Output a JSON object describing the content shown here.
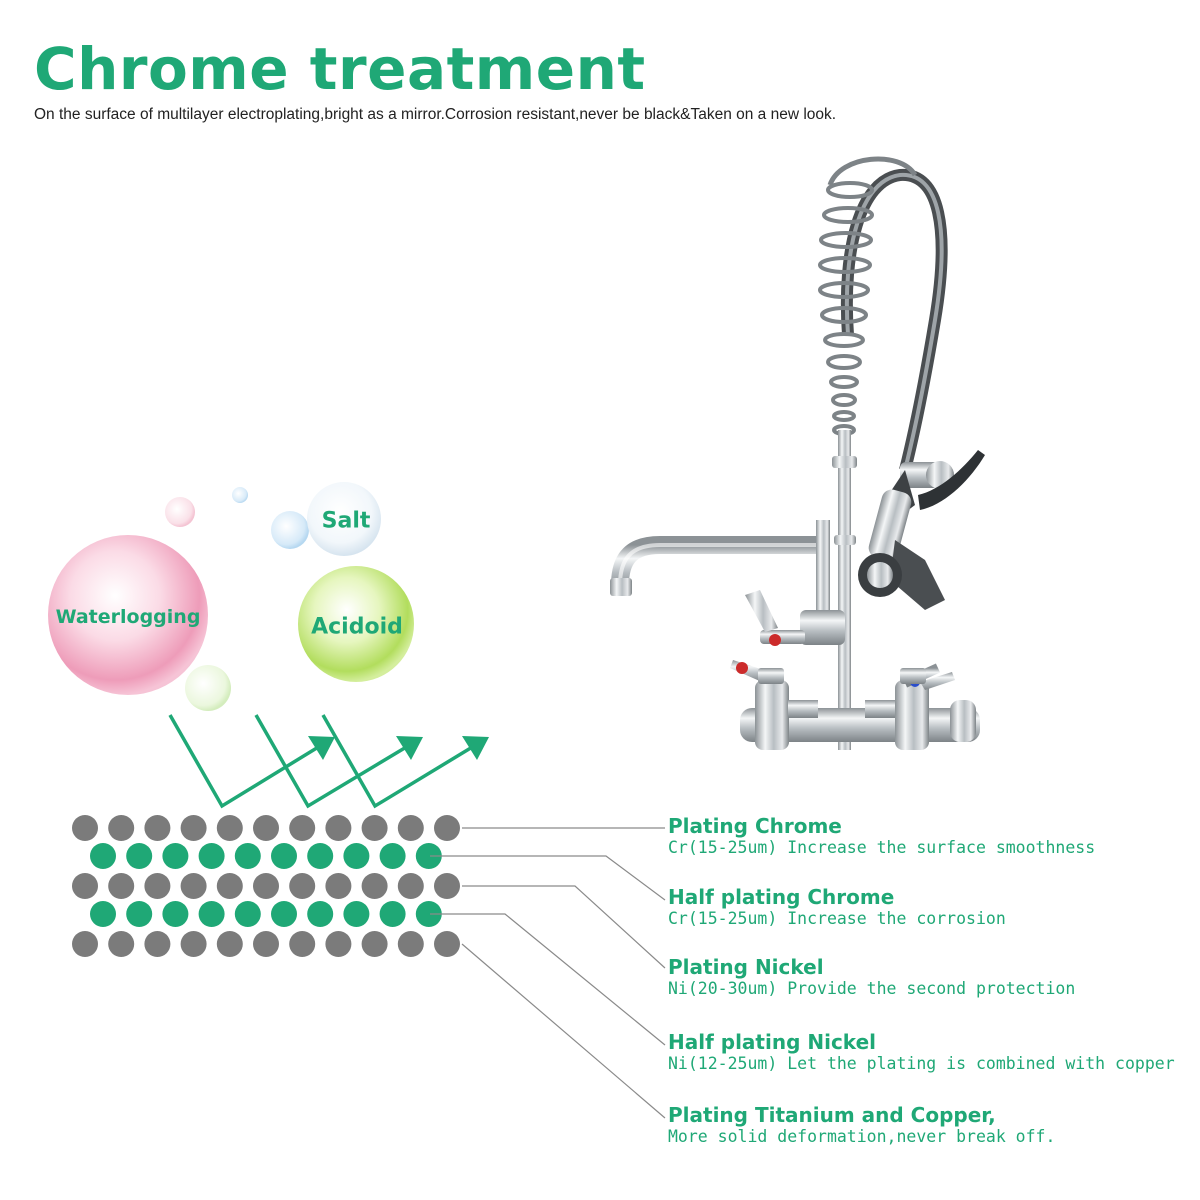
{
  "header": {
    "title": "Chrome treatment",
    "subtitle": "On the surface of multilayer electroplating,bright as a mirror.Corrosion resistant,never be black&Taken on a new look."
  },
  "bubbles": {
    "waterlogging": "Waterlogging",
    "salt": "Salt",
    "acidoid": "Acidoid"
  },
  "layers": [
    {
      "title": "Plating Chrome",
      "desc": "Cr(15-25um) Increase the surface smoothness"
    },
    {
      "title": "Half plating Chrome",
      "desc": "Cr(15-25um) Increase the corrosion"
    },
    {
      "title": "Plating Nickel",
      "desc": "Ni(20-30um) Provide the second protection"
    },
    {
      "title": "Half plating Nickel",
      "desc": "Ni(12-25um) Let the plating is combined with copper"
    },
    {
      "title": "Plating Titanium and Copper,",
      "desc": "More solid deformation,never break off."
    }
  ],
  "colors": {
    "accent": "#1fa876",
    "gray_dot": "#7b7b7b",
    "green_dot": "#1fa876"
  },
  "icons": {
    "faucet": "pre-rinse-faucet-image",
    "arrows": "bounce-arrow-icon"
  }
}
